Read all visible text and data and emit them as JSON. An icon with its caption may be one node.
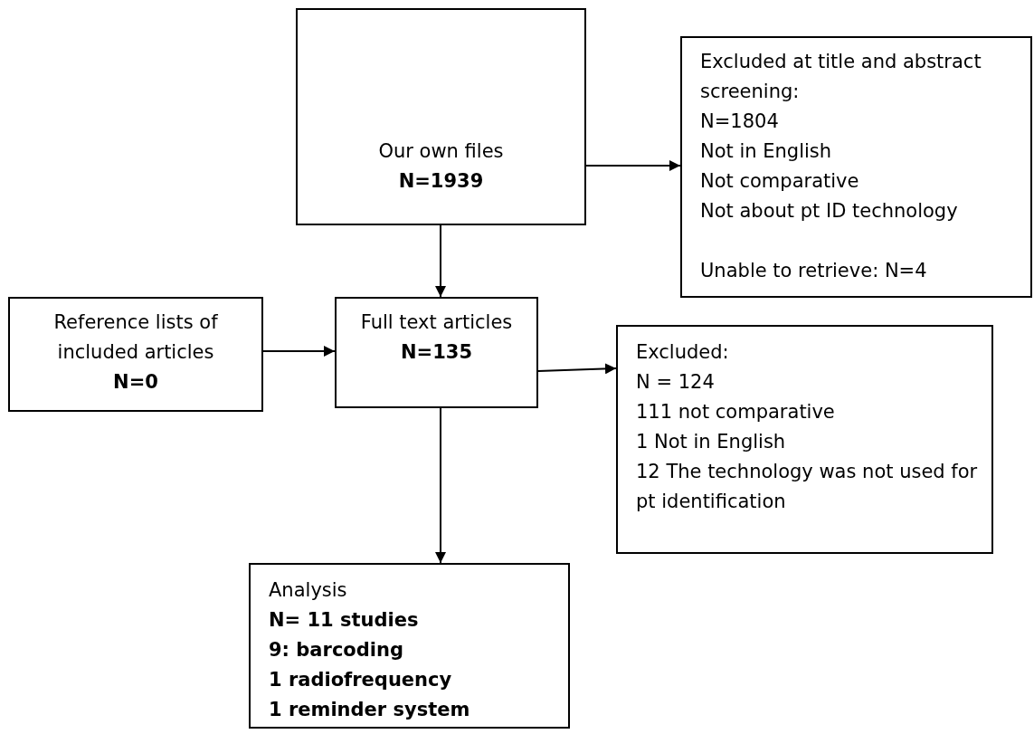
{
  "diagram": {
    "nodes": [
      {
        "text": [
          "Our own files",
          "N=1939"
        ]
      },
      {
        "text": [
          "Excluded at title and abstract screening:",
          "N=1804",
          "Not in English",
          "Not comparative",
          "Not about pt ID technology",
          "Unable to retrieve: N=4"
        ]
      },
      {
        "text": [
          "Reference lists of included articles",
          "N=0"
        ]
      },
      {
        "text": [
          "Full text articles",
          "N=135"
        ]
      },
      {
        "text": [
          "Excluded:",
          "N = 124",
          "111 not comparative",
          "1 Not in English",
          "12 The technology was not used for pt identification"
        ]
      },
      {
        "text": [
          "Analysis",
          "N= 11 studies",
          "9: barcoding",
          "1 radiofrequency",
          "1 reminder system"
        ]
      }
    ],
    "edges": [
      {
        "from": 0,
        "to": 1,
        "arrow": "to"
      },
      {
        "from": 0,
        "to": 3,
        "arrow": "to"
      },
      {
        "from": 2,
        "to": 3,
        "arrow": "to"
      },
      {
        "from": 3,
        "to": 4,
        "arrow": "to"
      },
      {
        "from": 3,
        "to": 5,
        "arrow": "to"
      }
    ]
  }
}
